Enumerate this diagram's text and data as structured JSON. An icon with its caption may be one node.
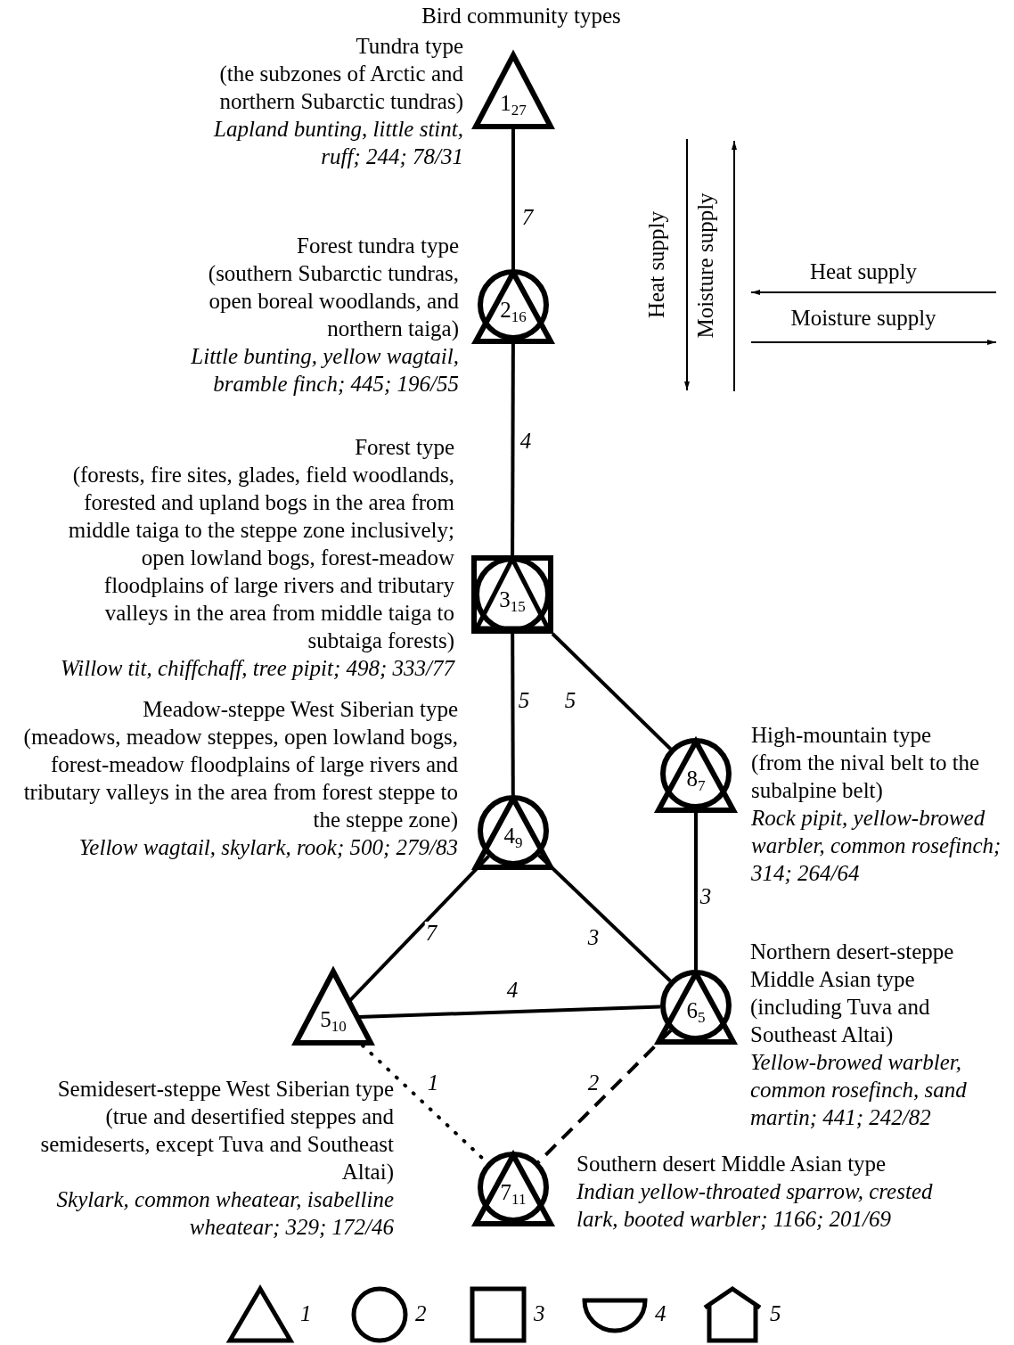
{
  "diagram": {
    "title": "Bird community types",
    "nodes": [
      {
        "text": [
          "1$_{27}$"
        ],
        "beside": [
          "Tundra type",
          "(the subzones of Arctic and northern Subarctic tundras)",
          "Lapland bunting, little stint, ruff; 244; 78/31"
        ]
      },
      {
        "text": [
          "2$_{16}$"
        ],
        "beside": [
          "Forest tundra type",
          "(southern Subarctic tundras, open boreal woodlands, and northern taiga)",
          "Little bunting, yellow wagtail, bramble finch; 445; 196/55"
        ]
      },
      {
        "text": [
          "3$_{15}$"
        ],
        "beside": [
          "Forest type",
          "(forests, fire sites, glades, field woodlands, forested and upland bogs in the area from middle taiga to the steppe zone inclusively; open lowland bogs, forest-meadow floodplains of large rivers and tributary valleys in the area from middle taiga to subtaiga forests)",
          "Willow tit, chiffchaff, tree pipit; 498; 333/77"
        ]
      },
      {
        "text": [
          "4$_{9}$"
        ],
        "beside": [
          "Meadow-steppe West Siberian type",
          "(meadows, meadow steppes, open lowland bogs, forest-meadow floodplains of large rivers and tributary valleys in the area from forest steppe to the steppe zone)",
          "Yellow wagtail, skylark, rook; 500; 279/83"
        ]
      },
      {
        "text": [
          "5$_{10}$"
        ],
        "beside": [
          "Semidesert-steppe West Siberian type",
          "(true and desertified steppes and semideserts, except Tuva and Southeast Altai)",
          "Skylark, common wheatear, isabelline wheatear; 329; 172/46"
        ]
      },
      {
        "text": [
          "6$_{5}$"
        ],
        "beside": [
          "Northern desert-steppe Middle Asian type",
          "(including Tuva and Southeast Altai)",
          "Yellow-browed warbler, common rosefinch, sand martin; 441; 242/82"
        ]
      },
      {
        "text": [
          "7$_{11}$"
        ],
        "beside": [
          "Southern desert Middle Asian type",
          "Indian yellow-throated sparrow, crested lark, booted warbler; 1166; 201/69"
        ]
      },
      {
        "text": [
          "8$_{7}$"
        ],
        "beside": [
          "High-mountain type",
          "(from the nival belt to the subalpine belt)",
          "Rock pipit, yellow-browed warbler, common rosefinch; 314; 264/64"
        ]
      }
    ],
    "edges": [
      {
        "from": 0,
        "to": 1,
        "arrow": "none",
        "label": "7"
      },
      {
        "from": 1,
        "to": 2,
        "arrow": "none",
        "label": "4"
      },
      {
        "from": 2,
        "to": 3,
        "arrow": "none",
        "label": "5"
      },
      {
        "from": 2,
        "to": 7,
        "arrow": "none",
        "label": "5"
      },
      {
        "from": 3,
        "to": 4,
        "arrow": "none",
        "label": "7"
      },
      {
        "from": 3,
        "to": 5,
        "arrow": "none",
        "label": "3"
      },
      {
        "from": 7,
        "to": 5,
        "arrow": "none",
        "label": "3"
      },
      {
        "from": 4,
        "to": 5,
        "arrow": "none",
        "label": "4"
      },
      {
        "from": 4,
        "to": 6,
        "arrow": "none",
        "label": "1",
        "style": "dashed"
      },
      {
        "from": 5,
        "to": 6,
        "arrow": "none",
        "label": "2",
        "style": "dashed"
      }
    ],
    "labels": [
      "Heat supply",
      "Moisture supply",
      "Heat supply",
      "Moisture supply"
    ],
    "legend": [
      {
        "text": "1"
      },
      {
        "text": "2"
      },
      {
        "text": "3"
      },
      {
        "text": "4"
      },
      {
        "text": "5"
      }
    ]
  }
}
